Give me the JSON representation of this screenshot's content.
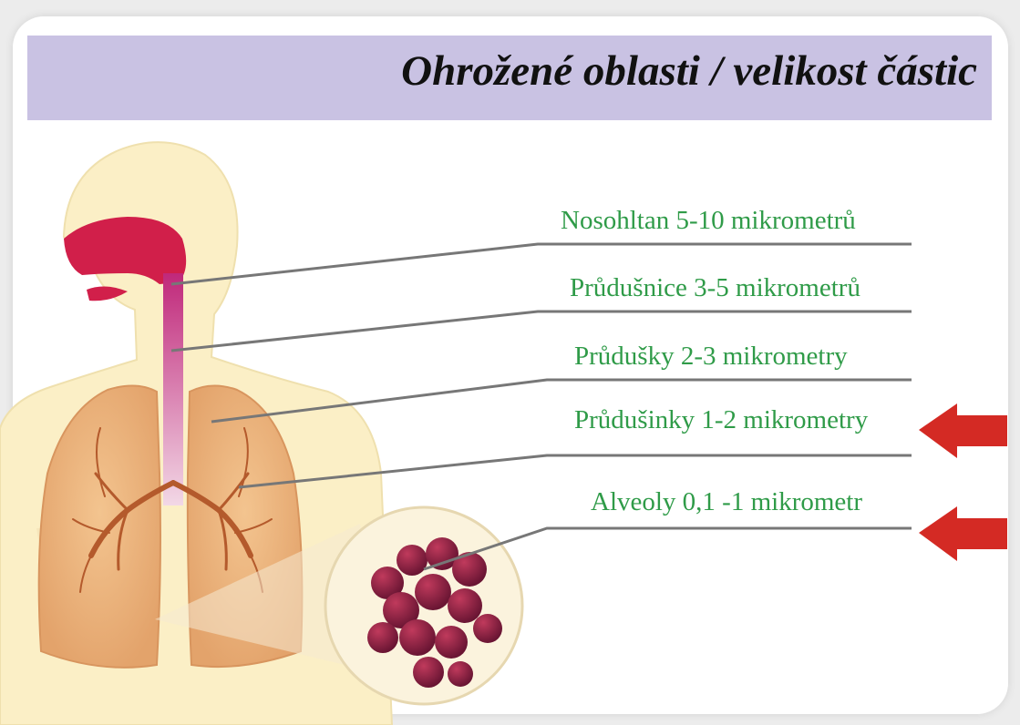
{
  "title": "Ohrožené oblasti / velikost částic",
  "colors": {
    "title_band": "#c9c2e3",
    "label_text": "#2f9b48",
    "arrow": "#d42a24",
    "leader_line": "#777777"
  },
  "labels": [
    {
      "text": "Nosohltan 5-10 mikrometrů"
    },
    {
      "text": "Průdušnice 3-5 mikrometrů"
    },
    {
      "text": "Průdušky 2-3 mikrometry"
    },
    {
      "text": "Průdušinky 1-2 mikrometry",
      "arrow": true
    },
    {
      "text": "Alveoly 0,1 -1 mikrometr",
      "arrow": true
    }
  ]
}
